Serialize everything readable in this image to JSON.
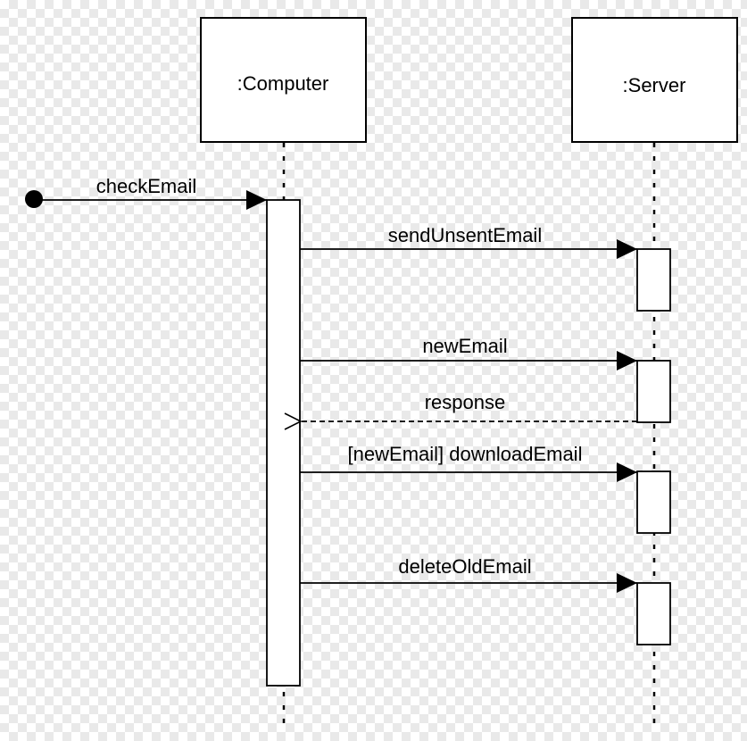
{
  "participants": {
    "computer": ":Computer",
    "server": ":Server"
  },
  "messages": {
    "check_email": "checkEmail",
    "send_unsent_email": "sendUnsentEmail",
    "new_email": "newEmail",
    "response": "response",
    "download_email": "[newEmail] downloadEmail",
    "delete_old_email": "deleteOldEmail"
  }
}
